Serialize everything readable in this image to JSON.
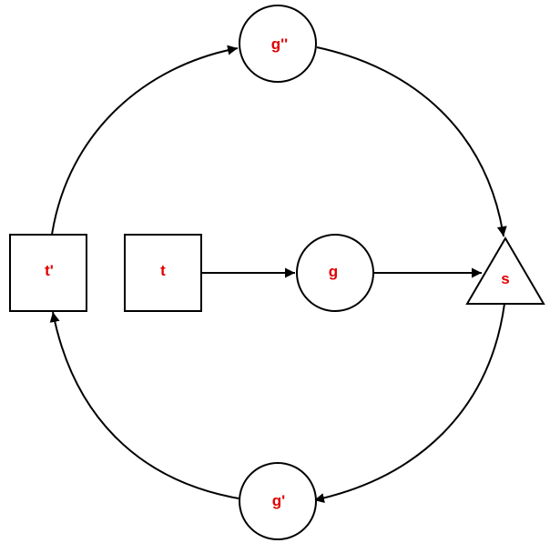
{
  "diagram": {
    "label_color": "#e00000",
    "stroke_color": "#000000",
    "nodes": {
      "g_double_prime": {
        "label": "g''",
        "shape": "circle"
      },
      "t_prime": {
        "label": "t'",
        "shape": "square"
      },
      "t": {
        "label": "t",
        "shape": "square"
      },
      "g": {
        "label": "g",
        "shape": "circle"
      },
      "s": {
        "label": "s",
        "shape": "triangle"
      },
      "g_prime": {
        "label": "g'",
        "shape": "circle"
      }
    },
    "edges": [
      {
        "from": "t",
        "to": "g"
      },
      {
        "from": "g",
        "to": "s"
      },
      {
        "from": "t_prime",
        "to": "g_double_prime"
      },
      {
        "from": "g_double_prime",
        "to": "s"
      },
      {
        "from": "s",
        "to": "g_prime"
      },
      {
        "from": "g_prime",
        "to": "t_prime"
      }
    ]
  }
}
